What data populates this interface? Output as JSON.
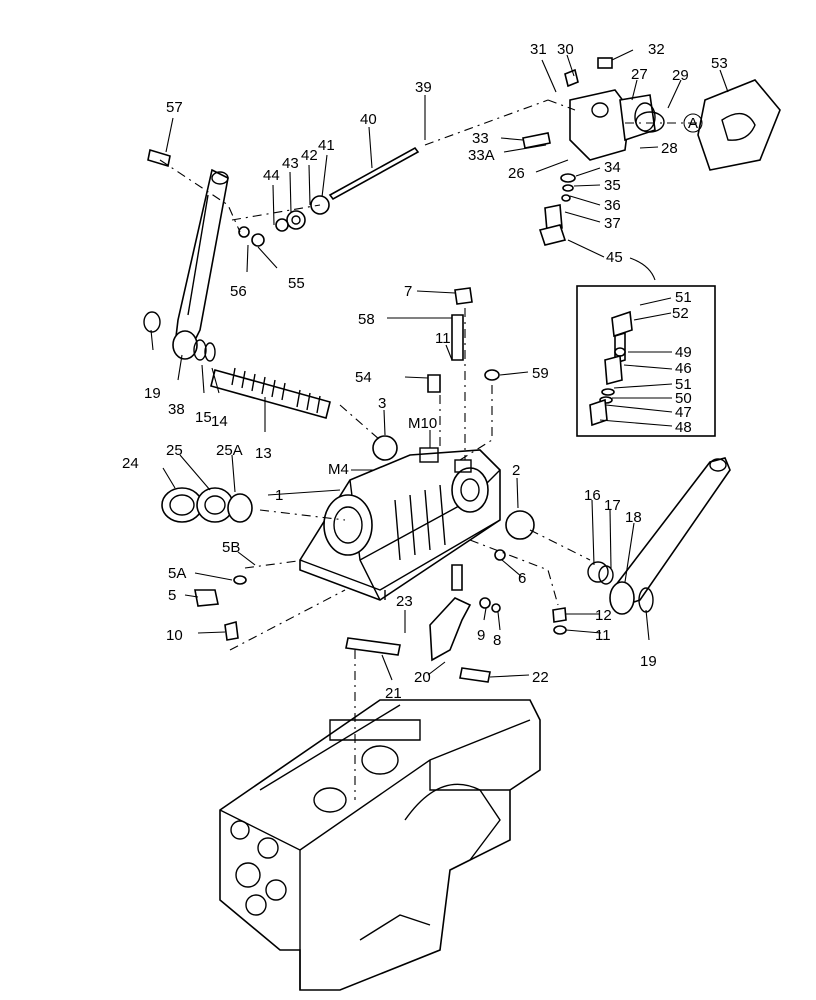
{
  "diagram": {
    "callouts": [
      {
        "id": "c1",
        "text": "1"
      },
      {
        "id": "c2",
        "text": "2"
      },
      {
        "id": "c3",
        "text": "3"
      },
      {
        "id": "c5",
        "text": "5"
      },
      {
        "id": "c5A",
        "text": "5A"
      },
      {
        "id": "c5B",
        "text": "5B"
      },
      {
        "id": "c6",
        "text": "6"
      },
      {
        "id": "c7",
        "text": "7"
      },
      {
        "id": "c8",
        "text": "8"
      },
      {
        "id": "c9",
        "text": "9"
      },
      {
        "id": "c10",
        "text": "10"
      },
      {
        "id": "c11a",
        "text": "11"
      },
      {
        "id": "c11b",
        "text": "11"
      },
      {
        "id": "c12",
        "text": "12"
      },
      {
        "id": "c13",
        "text": "13"
      },
      {
        "id": "c14",
        "text": "14"
      },
      {
        "id": "c15",
        "text": "15"
      },
      {
        "id": "c16",
        "text": "16"
      },
      {
        "id": "c17",
        "text": "17"
      },
      {
        "id": "c18",
        "text": "18"
      },
      {
        "id": "c19a",
        "text": "19"
      },
      {
        "id": "c19b",
        "text": "19"
      },
      {
        "id": "c20",
        "text": "20"
      },
      {
        "id": "c21",
        "text": "21"
      },
      {
        "id": "c22",
        "text": "22"
      },
      {
        "id": "c23",
        "text": "23"
      },
      {
        "id": "c24",
        "text": "24"
      },
      {
        "id": "c25",
        "text": "25"
      },
      {
        "id": "c25A",
        "text": "25A"
      },
      {
        "id": "c26",
        "text": "26"
      },
      {
        "id": "c27",
        "text": "27"
      },
      {
        "id": "c28",
        "text": "28"
      },
      {
        "id": "c29",
        "text": "29"
      },
      {
        "id": "c30",
        "text": "30"
      },
      {
        "id": "c31",
        "text": "31"
      },
      {
        "id": "c32",
        "text": "32"
      },
      {
        "id": "c33",
        "text": "33"
      },
      {
        "id": "c33A",
        "text": "33A"
      },
      {
        "id": "c34",
        "text": "34"
      },
      {
        "id": "c35",
        "text": "35"
      },
      {
        "id": "c36",
        "text": "36"
      },
      {
        "id": "c37",
        "text": "37"
      },
      {
        "id": "c38",
        "text": "38"
      },
      {
        "id": "c39",
        "text": "39"
      },
      {
        "id": "c40",
        "text": "40"
      },
      {
        "id": "c41",
        "text": "41"
      },
      {
        "id": "c42",
        "text": "42"
      },
      {
        "id": "c43",
        "text": "43"
      },
      {
        "id": "c44",
        "text": "44"
      },
      {
        "id": "c45",
        "text": "45"
      },
      {
        "id": "c46",
        "text": "46"
      },
      {
        "id": "c47",
        "text": "47"
      },
      {
        "id": "c48",
        "text": "48"
      },
      {
        "id": "c49",
        "text": "49"
      },
      {
        "id": "c50",
        "text": "50"
      },
      {
        "id": "c51a",
        "text": "51"
      },
      {
        "id": "c51b",
        "text": "51"
      },
      {
        "id": "c52",
        "text": "52"
      },
      {
        "id": "c53",
        "text": "53"
      },
      {
        "id": "c54",
        "text": "54"
      },
      {
        "id": "c55",
        "text": "55"
      },
      {
        "id": "c56",
        "text": "56"
      },
      {
        "id": "c57",
        "text": "57"
      },
      {
        "id": "c58",
        "text": "58"
      },
      {
        "id": "c59",
        "text": "59"
      },
      {
        "id": "cM4",
        "text": "M4"
      },
      {
        "id": "cM10",
        "text": "M10"
      },
      {
        "id": "cA",
        "text": "A"
      }
    ]
  }
}
